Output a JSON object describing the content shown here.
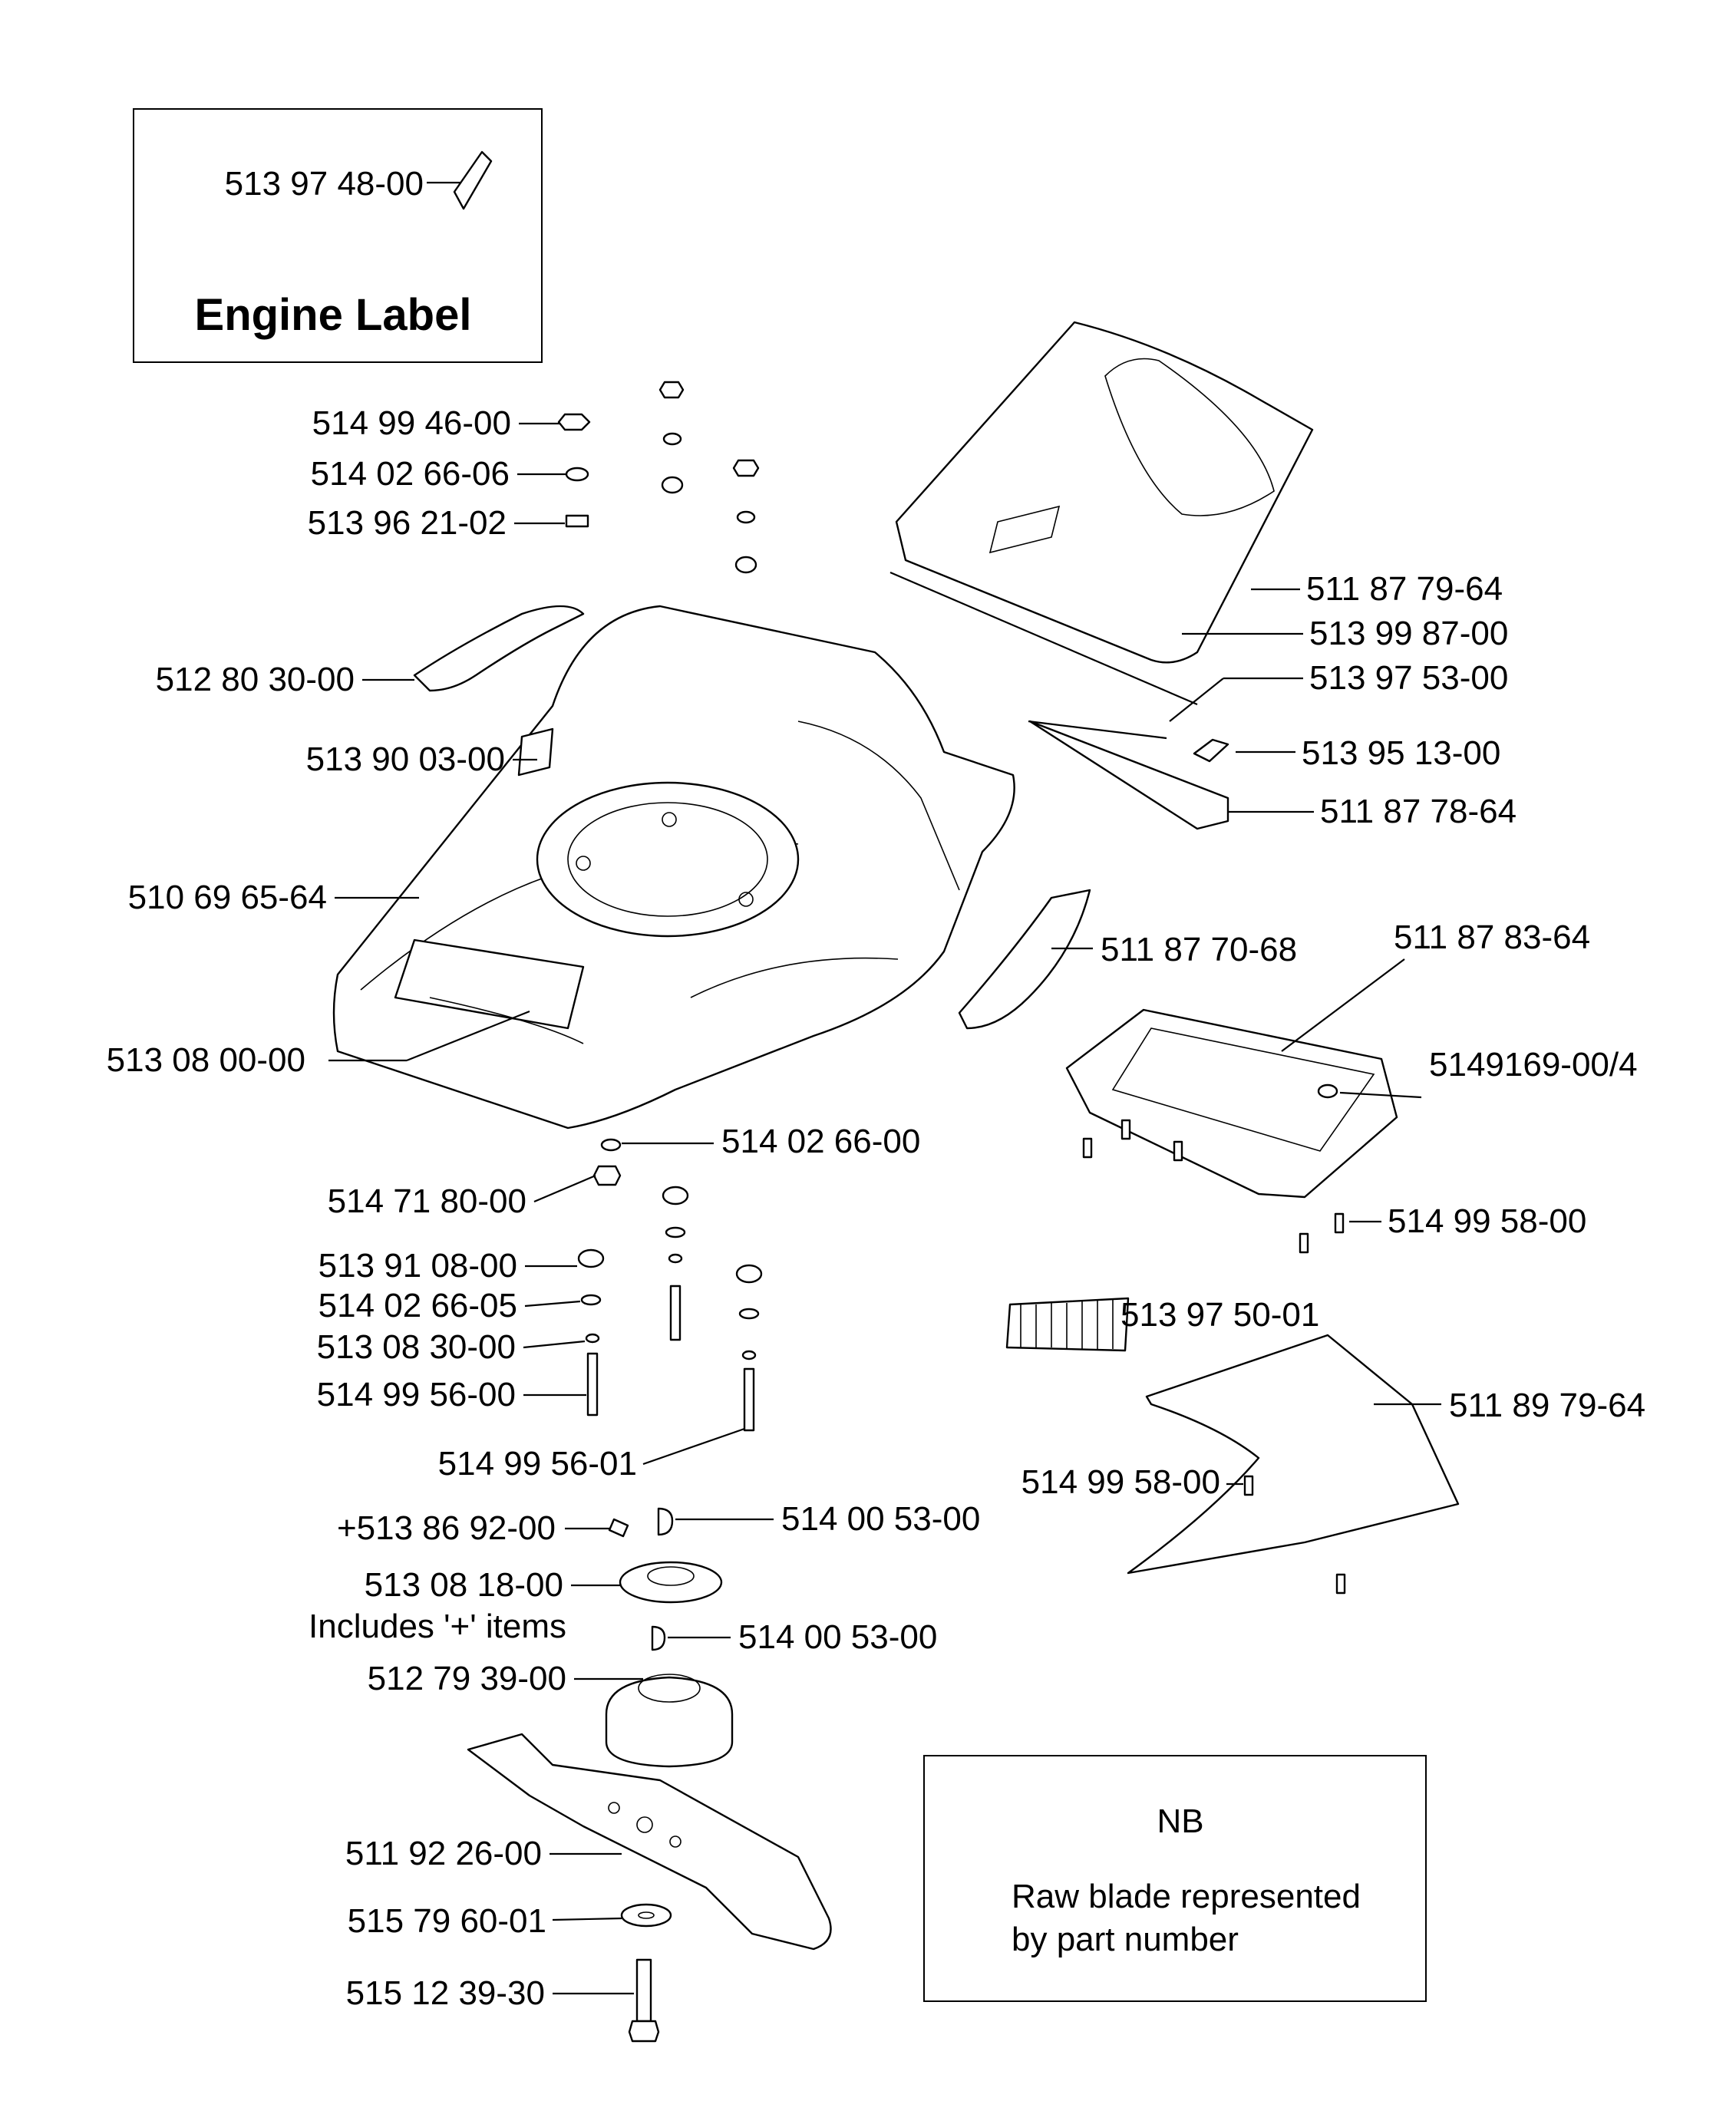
{
  "engine_label_box": {
    "part_number": "513 97 48-00",
    "title": "Engine Label"
  },
  "note_box": {
    "heading": "NB",
    "line1": "Raw blade represented",
    "line2": "by part number"
  },
  "parts": {
    "p_514_99_46_00": "514 99 46-00",
    "p_514_02_66_06": "514 02 66-06",
    "p_513_96_21_02": "513 96 21-02",
    "p_512_80_30_00": "512 80 30-00",
    "p_513_90_03_00": "513 90 03-00",
    "p_510_69_65_64": "510 69 65-64",
    "p_513_08_00_00": "513 08 00-00",
    "p_514_02_66_00": "514 02 66-00",
    "p_514_71_80_00": "514 71 80-00",
    "p_513_91_08_00": "513 91 08-00",
    "p_514_02_66_05": "514 02 66-05",
    "p_513_08_30_00": "513 08 30-00",
    "p_514_99_56_00": "514 99 56-00",
    "p_514_99_56_01": "514 99 56-01",
    "p_513_86_92_00": "+513 86 92-00",
    "p_514_00_53_00_a": "514 00 53-00",
    "p_513_08_18_00": "513 08 18-00",
    "p_includes": "Includes '+' items",
    "p_514_00_53_00_b": "514 00 53-00",
    "p_512_79_39_00": "512 79 39-00",
    "p_511_92_26_00": "511 92 26-00",
    "p_515_79_60_01": "515 79 60-01",
    "p_515_12_39_30": "515 12 39-30",
    "p_511_87_79_64": "511 87 79-64",
    "p_513_99_87_00": "513 99 87-00",
    "p_513_97_53_00": "513 97 53-00",
    "p_513_95_13_00": "513 95 13-00",
    "p_511_87_78_64": "511 87 78-64",
    "p_511_87_70_68": "511 87 70-68",
    "p_511_87_83_64": "511 87 83-64",
    "p_5149169_00_4": "5149169-00/4",
    "p_514_99_58_00_a": "514 99 58-00",
    "p_513_97_50_01": "513 97 50-01",
    "p_511_89_79_64": "511 89 79-64",
    "p_514_99_58_00_b": "514 99 58-00"
  }
}
